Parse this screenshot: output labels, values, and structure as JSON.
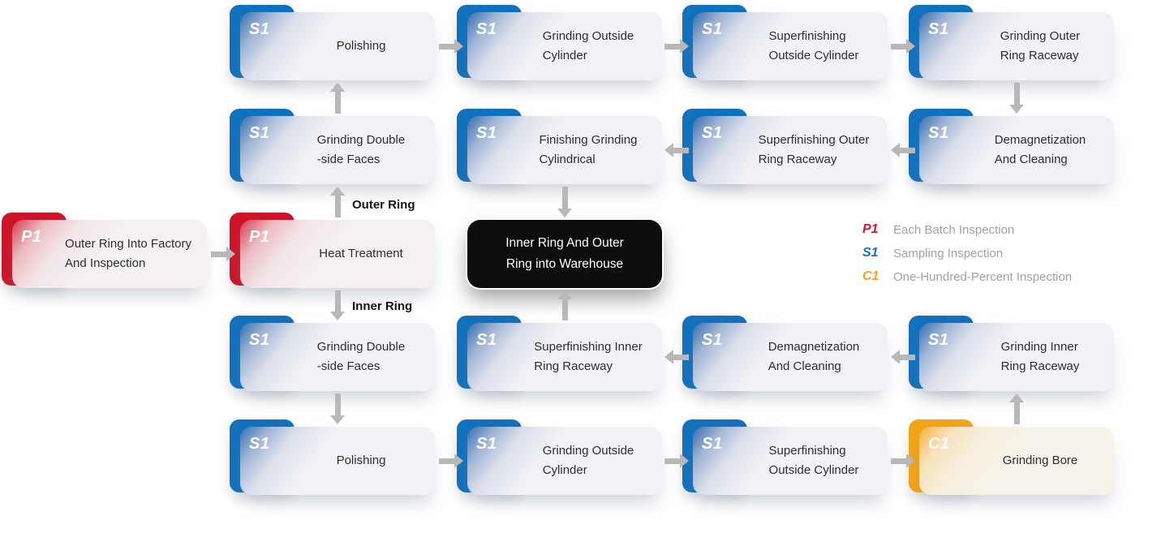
{
  "colors": {
    "badge_red": "#cd1428",
    "badge_blue": "#1171bd",
    "badge_orange": "#f2a418",
    "arrow_gray": "#b8b8b8",
    "warehouse_bg": "#0d0d0d",
    "card_base": "#f1f2f6"
  },
  "labels": {
    "outer_ring": "Outer Ring",
    "inner_ring": "Inner Ring"
  },
  "warehouse": {
    "label": "Inner Ring And Outer\nRing into Warehouse"
  },
  "legend": {
    "items": [
      {
        "code": "P1",
        "label": "Each Batch Inspection",
        "color": "#cd1428"
      },
      {
        "code": "S1",
        "label": "Sampling Inspection",
        "color": "#1171bd"
      },
      {
        "code": "C1",
        "label": "One-Hundred-Percent Inspection",
        "color": "#f2a418"
      }
    ]
  },
  "nodes": {
    "start": {
      "badge": "P1",
      "label": "Outer Ring Into Factory\nAnd Inspection"
    },
    "heat": {
      "badge": "P1",
      "label": "Heat Treatment"
    },
    "r1c0": {
      "badge": "S1",
      "label": "Polishing"
    },
    "r1c1": {
      "badge": "S1",
      "label": "Grinding Outside\nCylinder"
    },
    "r1c2": {
      "badge": "S1",
      "label": "Superfinishing\nOutside Cylinder"
    },
    "r1c3": {
      "badge": "S1",
      "label": "Grinding Outer\nRing Raceway"
    },
    "r2c0": {
      "badge": "S1",
      "label": "Grinding Double\n-side Faces"
    },
    "r2c1": {
      "badge": "S1",
      "label": "Finishing Grinding\nCylindrical"
    },
    "r2c2": {
      "badge": "S1",
      "label": "Superfinishing Outer\nRing Raceway"
    },
    "r2c3": {
      "badge": "S1",
      "label": "Demagnetization\nAnd Cleaning"
    },
    "r4c0": {
      "badge": "S1",
      "label": "Grinding Double\n-side Faces"
    },
    "r4c1": {
      "badge": "S1",
      "label": "Superfinishing Inner\nRing Raceway"
    },
    "r4c2": {
      "badge": "S1",
      "label": "Demagnetization\nAnd Cleaning"
    },
    "r4c3": {
      "badge": "S1",
      "label": "Grinding Inner\nRing Raceway"
    },
    "r5c0": {
      "badge": "S1",
      "label": "Polishing"
    },
    "r5c1": {
      "badge": "S1",
      "label": "Grinding Outside\nCylinder"
    },
    "r5c2": {
      "badge": "S1",
      "label": "Superfinishing\nOutside Cylinder"
    },
    "r5c3": {
      "badge": "C1",
      "label": "Grinding Bore"
    }
  }
}
